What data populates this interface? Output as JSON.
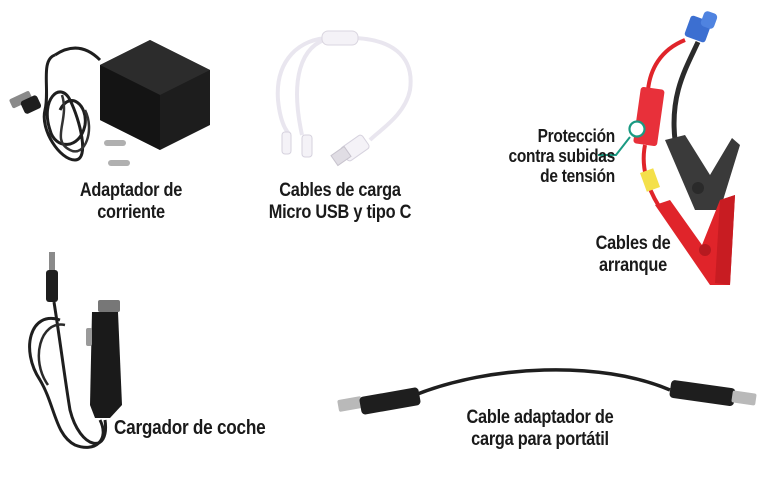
{
  "items": [
    {
      "id": "adaptador",
      "label_lines": [
        "Adaptador de",
        "corriente"
      ]
    },
    {
      "id": "cables-carga",
      "label_lines": [
        "Cables de carga",
        "Micro USB y tipo C"
      ]
    },
    {
      "id": "cables-arranque",
      "label_lines": [
        "Cables de",
        "arranque"
      ]
    },
    {
      "id": "cargador-coche",
      "label_lines": [
        "Cargador de coche"
      ]
    },
    {
      "id": "cable-portatil",
      "label_lines": [
        "Cable adaptador de",
        "carga para portátil"
      ]
    }
  ],
  "callout": {
    "label_lines": [
      "Protección",
      "contra subidas",
      "de tensión"
    ],
    "color": "#1a9a82"
  },
  "colors": {
    "cable_black": "#1e1e1e",
    "clamp_red": "#e0242a",
    "clamp_black": "#3a3a3a",
    "connector_blue": "#3c6fd1",
    "white_cable": "#f4f2f7",
    "text": "#1a1a1a"
  }
}
